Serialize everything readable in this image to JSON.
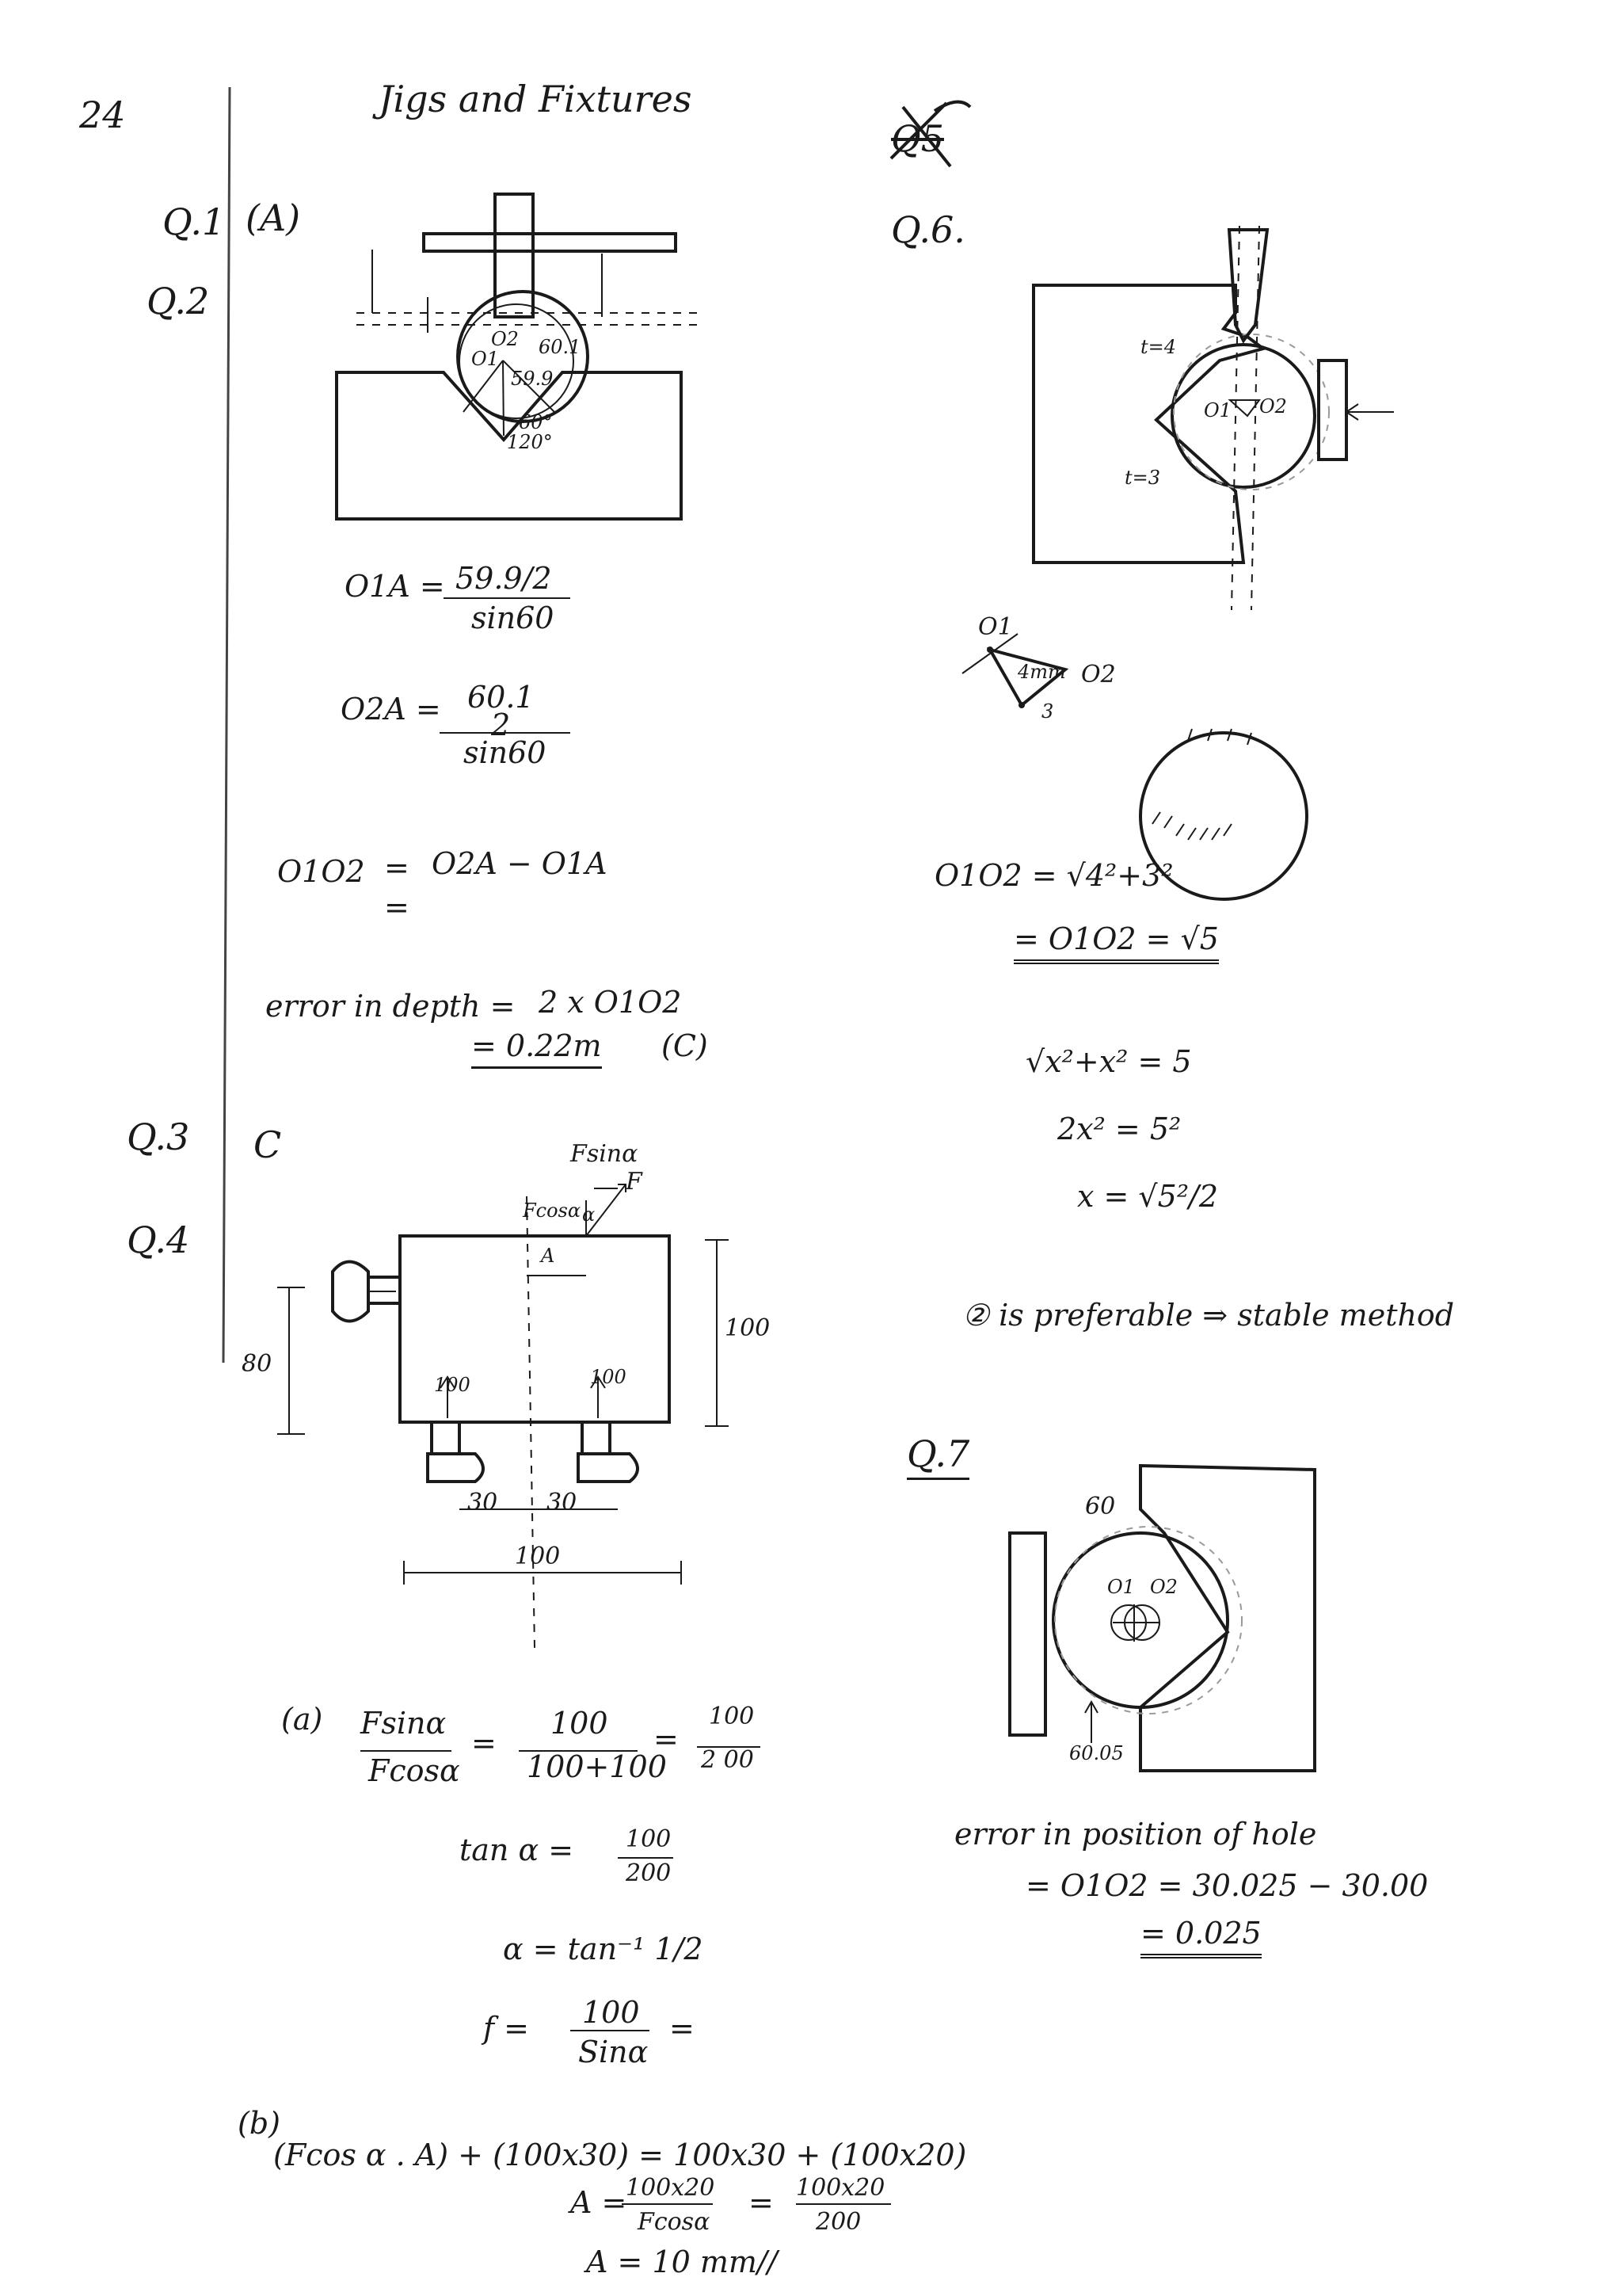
{
  "header": {
    "page_number": "24",
    "title": "Jigs and Fixtures",
    "crossed_label": "Q5"
  },
  "q1": {
    "label": "Q.1",
    "answer": "(A)"
  },
  "q2": {
    "label": "Q.2",
    "figure": {
      "o2": "O2",
      "o1": "O1",
      "r_big": "60.1",
      "r_small": "59.9",
      "half_angle": "60°",
      "angle": "120°"
    },
    "eq1_lhs": "O1A =",
    "eq1_num": "59.9/2",
    "eq1_den": "sin60",
    "eq2_lhs": "O2A =",
    "eq2_num_a": "60.1",
    "eq2_num_b": "2",
    "eq2_den": "sin60",
    "eq3_lhs": "O1O2",
    "eq3_eq": "=",
    "eq3_rhs": "O2A − O1A",
    "eq3_eq2": "=",
    "err_lhs": "error in depth =",
    "err_rhs": "2 x O1O2",
    "err_val": "= 0.22m",
    "err_ans": "(C)"
  },
  "q3": {
    "label": "Q.3",
    "answer": "C"
  },
  "q4": {
    "label": "Q.4",
    "figure": {
      "force_sin": "Fsinα",
      "force_cos": "Fcosα",
      "alpha": "α",
      "f": "F",
      "a": "A",
      "h80": "80",
      "h100": "100",
      "l_force": "100",
      "r_force": "100",
      "d30a": "30",
      "d30b": "30",
      "w100": "100"
    },
    "a_label": "(a)",
    "a_num1": "Fsinα",
    "a_den1": "Fcosα",
    "a_eq": "=",
    "a_num2": "100",
    "a_den2": "100+100",
    "a_approx": "=",
    "a_num3": "100",
    "a_den3": "2 00",
    "tan_lhs": "tan α =",
    "tan_num": "100",
    "tan_den": "200",
    "alpha_eq": "α = tan⁻¹ 1/2",
    "f_lhs": "f =",
    "f_num": "100",
    "f_den": "Sinα",
    "f_eq": "=",
    "b_label": "(b)",
    "b_eq1": "(Fcos α . A) + (100x30) = 100x30 + (100x20)",
    "b_a_lhs": "A =",
    "b_num1": "100x20",
    "b_den1": "Fcosα",
    "b_eq": "=",
    "b_num2": "100x20",
    "b_den2": "200",
    "b_final": "A = 10 mm//"
  },
  "q6": {
    "label": "Q.6.",
    "figure": {
      "t4": "t=4",
      "t3": "t=3",
      "o1": "O1",
      "o2": "O2"
    },
    "tri": {
      "o1": "O1",
      "o2": "O2",
      "len": "4mm",
      "three": "3"
    },
    "eq1": "O1O2 = √4²+3²",
    "eq2": "= O1O2 = √5",
    "eq3": "√x²+x² = 5",
    "eq4": "2x² = 5²",
    "eq5": "x = √5²/2",
    "conclusion": "② is preferable ⇒ stable method"
  },
  "q7": {
    "label": "Q.7",
    "figure": {
      "d60": "60",
      "o1": "O1",
      "o2": "O2",
      "d6005": "60.05"
    },
    "err_text": "error in position of hole",
    "err_eq": "= O1O2 = 30.025 − 30.00",
    "err_val": "= 0.025"
  }
}
